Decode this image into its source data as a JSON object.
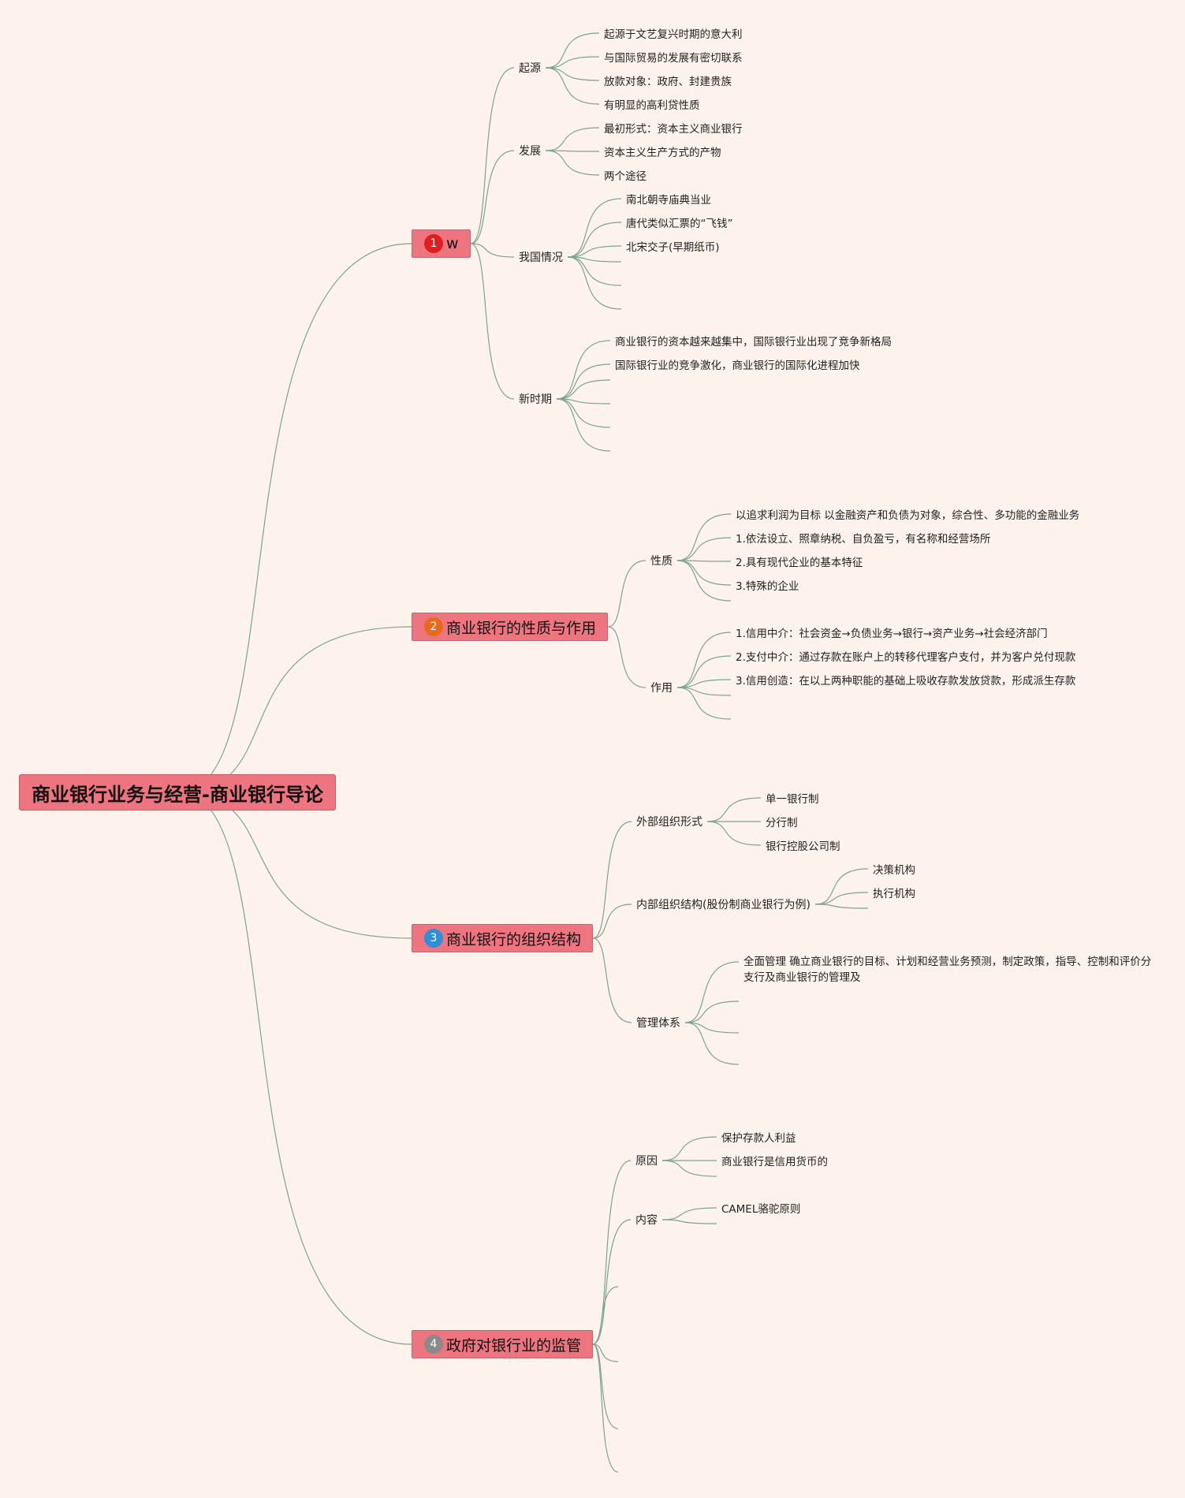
{
  "title": "商业银行业务与经营-商业银行导论",
  "branches": [
    {
      "label": "w",
      "badge": "1",
      "badge_color": "#e11d1d",
      "children": [
        {
          "label": "起源",
          "leaves": [
            "起源于文艺复兴时期的意大利",
            "与国际贸易的发展有密切联系",
            "放款对象：政府、封建贵族",
            "有明显的高利贷性质"
          ]
        },
        {
          "label": "发展",
          "leaves": [
            "最初形式：资本主义商业银行",
            "资本主义生产方式的产物",
            "两个途径"
          ]
        },
        {
          "label": "我国情况",
          "leaves": [
            "南北朝寺庙典当业",
            "唐代类似汇票的“飞钱”",
            "北宋交子(早期纸币)",
            "",
            "",
            ""
          ]
        },
        {
          "label": "新时期",
          "leaves": [
            "商业银行的资本越来越集中，国际银行业出现了竞争新格局",
            "国际银行业的竞争激化，商业银行的国际化进程加快",
            "",
            "",
            "",
            ""
          ]
        }
      ]
    },
    {
      "label": "商业银行的性质与作用",
      "badge": "2",
      "badge_color": "#ea6a1c",
      "children": [
        {
          "label": "性质",
          "leaves": [
            "以追求利润为目标 以金融资产和负债为对象，综合性、多功能的金融业务",
            "1.依法设立、照章纳税、自负盈亏，有名称和经营场所",
            "2.具有现代企业的基本特征",
            "3.特殊的企业",
            ""
          ]
        },
        {
          "label": "作用",
          "leaves": [
            "1.信用中介：社会资金→负债业务→银行→资产业务→社会经济部门",
            "2.支付中介：通过存款在账户上的转移代理客户支付，并为客户兑付现款",
            "3.信用创造：在以上两种职能的基础上吸收存款发放贷款，形成派生存款",
            "",
            ""
          ]
        }
      ]
    },
    {
      "label": "商业银行的组织结构",
      "badge": "3",
      "badge_color": "#2e8fd8",
      "children": [
        {
          "label": "外部组织形式",
          "leaves": [
            "单一银行制",
            "分行制",
            "银行控股公司制"
          ]
        },
        {
          "label": "内部组织结构(股份制商业银行为例)",
          "leaves": [
            "决策机构",
            "执行机构",
            ""
          ]
        },
        {
          "label": "管理体系",
          "leaves": [
            "全面管理 确立商业银行的目标、计划和经营业务预测，制定政策，指导、控制和评价分支行及商业银行的管理及",
            "",
            "",
            ""
          ]
        }
      ]
    },
    {
      "label": "政府对银行业的监管",
      "badge": "4",
      "badge_color": "#8a8a8a",
      "children": [
        {
          "label": "原因",
          "leaves": [
            "保护存款人利益",
            "商业银行是信用货币的",
            ""
          ]
        },
        {
          "label": "内容",
          "leaves": [
            "CAMEL骆驼原则",
            ""
          ]
        },
        {
          "label": "",
          "leaves": []
        },
        {
          "label": "",
          "leaves": []
        },
        {
          "label": "",
          "leaves": []
        },
        {
          "label": "",
          "leaves": []
        }
      ]
    }
  ]
}
